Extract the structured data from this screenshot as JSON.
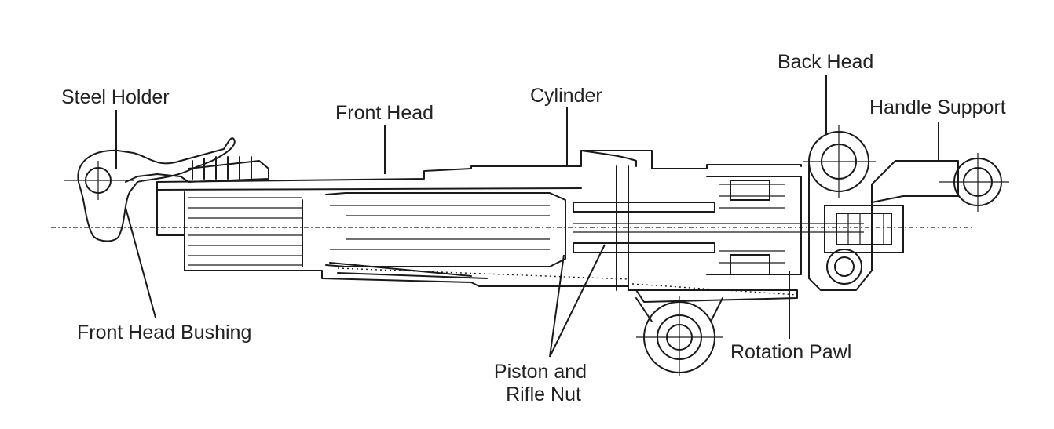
{
  "labels": {
    "steel_holder": "Steel Holder",
    "front_head": "Front Head",
    "cylinder": "Cylinder",
    "back_head": "Back Head",
    "handle_support": "Handle Support",
    "front_head_bushing": "Front Head Bushing",
    "piston_line1": "Piston and",
    "piston_line2": "Rifle Nut",
    "rotation_pawl": "Rotation Pawl"
  },
  "colors": {
    "line": "#1a1a1a",
    "text": "#222222",
    "background": "#ffffff"
  }
}
